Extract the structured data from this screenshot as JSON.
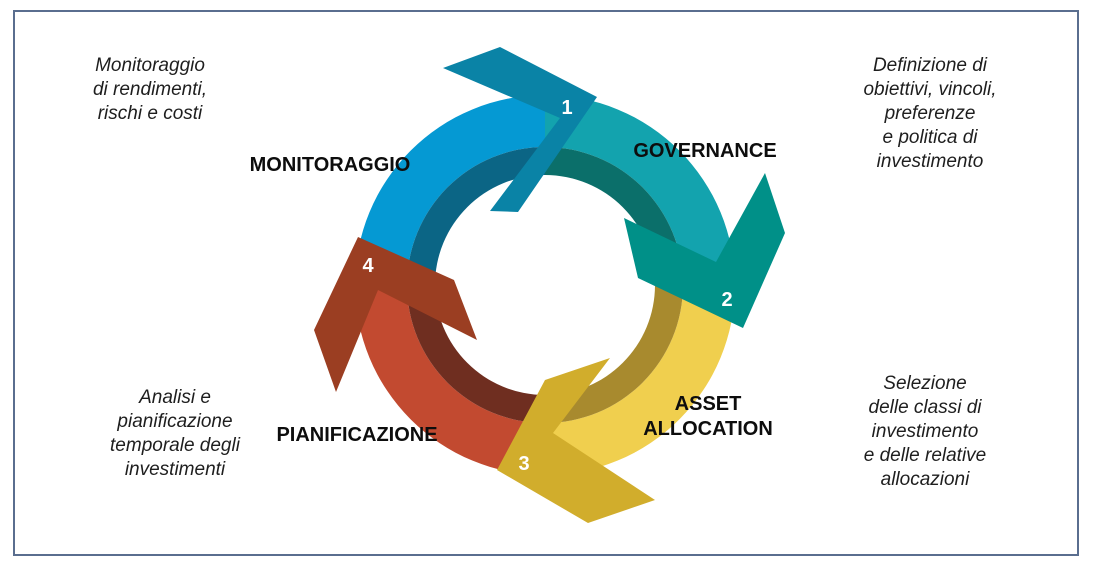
{
  "phases": [
    {
      "number": "1",
      "name": "GOVERNANCE",
      "description": "Definizione di\nobiettivi, vincoli,\npreferenze\ne politica di\ninvestimento",
      "color": "#13a3ae",
      "arrow_color": "#0a8a93",
      "inner_color": "#0b6f6a"
    },
    {
      "number": "2",
      "name_lines": [
        "ASSET",
        "ALLOCATION"
      ],
      "description": "Selezione\ndelle classi di\ninvestimento\ne delle relative\nallocazioni",
      "color": "#f0cf4e",
      "arrow_color": "#009088",
      "inner_color": "#a88a2e"
    },
    {
      "number": "3",
      "name": "PIANIFICAZIONE",
      "description": "Analisi e\npianificazione\ntemporale degli\ninvestimenti",
      "color": "#c24a30",
      "arrow_color": "#d1ad2c",
      "inner_color": "#6f2e20"
    },
    {
      "number": "4",
      "name": "MONITORAGGIO",
      "description": "Monitoraggio\ndi rendimenti,\nrischi e costi",
      "color": "#0599d3",
      "arrow_color": "#9b3e22",
      "inner_color": "#0b6585"
    }
  ],
  "colors": {
    "frame_border": "#5a6e8f",
    "arrow_1": "#0a83a6"
  }
}
